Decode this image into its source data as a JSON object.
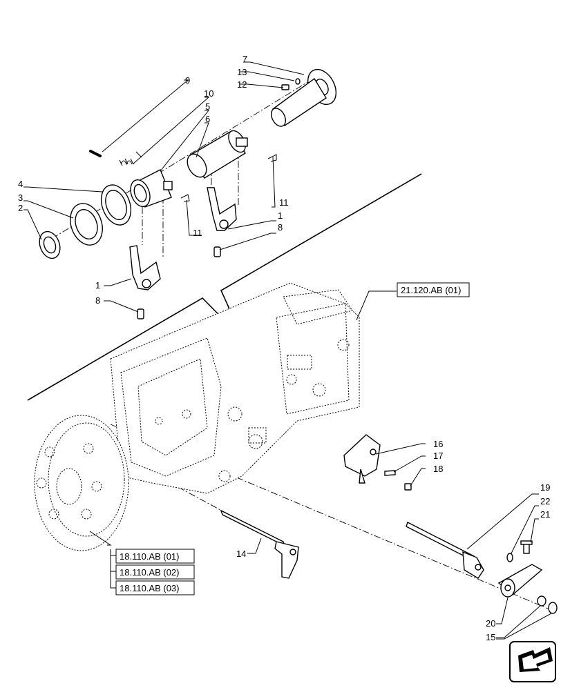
{
  "callouts": [
    {
      "id": "c9",
      "text": "9"
    },
    {
      "id": "c10",
      "text": "10"
    },
    {
      "id": "c5",
      "text": "5"
    },
    {
      "id": "c6",
      "text": "6"
    },
    {
      "id": "c7",
      "text": "7"
    },
    {
      "id": "c13",
      "text": "13"
    },
    {
      "id": "c12",
      "text": "12"
    },
    {
      "id": "c4",
      "text": "4"
    },
    {
      "id": "c3",
      "text": "3"
    },
    {
      "id": "c2",
      "text": "2"
    },
    {
      "id": "c11a",
      "text": "11"
    },
    {
      "id": "c11b",
      "text": "11"
    },
    {
      "id": "c1a",
      "text": "1"
    },
    {
      "id": "c8a",
      "text": "8"
    },
    {
      "id": "c1b",
      "text": "1"
    },
    {
      "id": "c8b",
      "text": "8"
    },
    {
      "id": "c16",
      "text": "16"
    },
    {
      "id": "c17",
      "text": "17"
    },
    {
      "id": "c18",
      "text": "18"
    },
    {
      "id": "c19",
      "text": "19"
    },
    {
      "id": "c22",
      "text": "22"
    },
    {
      "id": "c21",
      "text": "21"
    },
    {
      "id": "c14",
      "text": "14"
    },
    {
      "id": "c20",
      "text": "20"
    },
    {
      "id": "c15",
      "text": "15"
    }
  ],
  "references": {
    "housing": "21.120.AB (01)",
    "clutch": [
      "18.110.AB (01)",
      "18.110.AB (02)",
      "18.110.AB (03)"
    ]
  },
  "icons": {
    "navigation": "arrow-icon"
  }
}
